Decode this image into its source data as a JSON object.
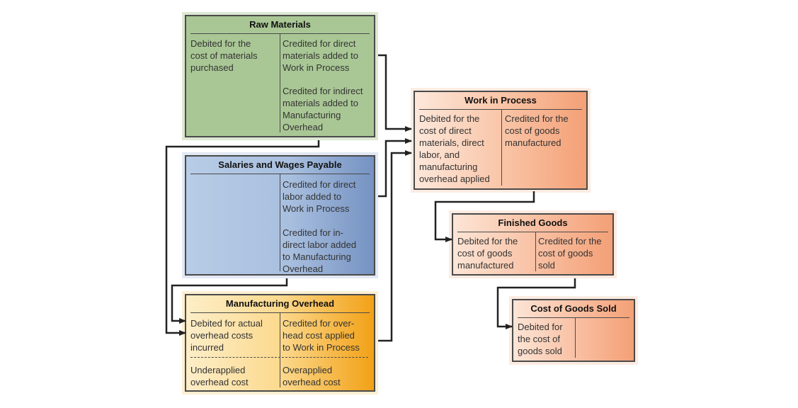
{
  "accounts": {
    "raw_materials": {
      "title": "Raw Materials",
      "debit": "Debited for the\ncost of materials\npurchased",
      "credit_1": "Credited for direct\nmaterials added to\nWork in Process",
      "credit_2": "Credited for indirect\nmaterials added to\nManufacturing\nOverhead"
    },
    "salaries_wages": {
      "title": "Salaries and Wages Payable",
      "credit_1": "Credited for direct\nlabor added to\nWork in Process",
      "credit_2": "Credited for in-\ndirect labor added\nto Manufacturing\nOverhead"
    },
    "manufacturing_overhead": {
      "title": "Manufacturing Overhead",
      "debit": "Debited for actual\noverhead costs\nincurred",
      "credit": "Credited for over-\nhead cost applied\nto Work in Process",
      "debit_bottom": "Underapplied\noverhead cost",
      "credit_bottom": "Overapplied\noverhead cost"
    },
    "work_in_process": {
      "title": "Work in Process",
      "debit": "Debited for the\ncost of direct\nmaterials, direct\nlabor, and\nmanufacturing\noverhead applied",
      "credit": "Credited for the\ncost of goods\nmanufactured"
    },
    "finished_goods": {
      "title": "Finished Goods",
      "debit": "Debited for the\ncost of goods\nmanufactured",
      "credit": "Credited for the\ncost of goods\nsold"
    },
    "cost_of_goods_sold": {
      "title": "Cost of Goods Sold",
      "debit": "Debited for\nthe cost of\ngoods sold"
    }
  },
  "colors": {
    "raw_materials_bg": "#a9c795",
    "salaries_bg_light": "#b4c9e4",
    "salaries_bg_dark": "#7c97c4",
    "overhead_bg_light": "#fde8b5",
    "overhead_bg_dark": "#f3a820",
    "orange_light": "#fde3d3",
    "orange_dark": "#f5a278",
    "line": "#222222"
  }
}
